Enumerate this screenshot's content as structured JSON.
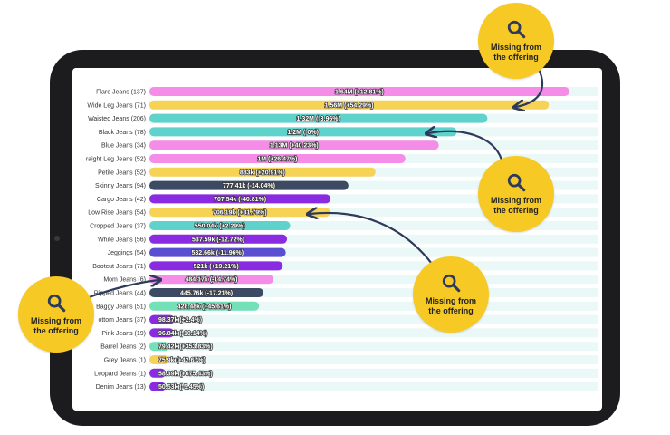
{
  "chart_data": {
    "type": "bar",
    "orientation": "horizontal",
    "categories": [
      "Flare Jeans (137)",
      "Wide Leg Jeans (71)",
      "Waisted Jeans (206)",
      "Black Jeans (78)",
      "Blue Jeans (34)",
      "raight Leg Jeans (52)",
      "Petite Jeans (52)",
      "Skinny Jeans (94)",
      "Cargo Jeans (42)",
      "Low Rise Jeans (54)",
      "Cropped Jeans (37)",
      "White Jeans (56)",
      "Jeggings (54)",
      "Bootcut Jeans (71)",
      "Mom Jeans (6)",
      "Ripped Jeans (44)",
      "Baggy Jeans (51)",
      "ottom Jeans (37)",
      "Pink Jeans (19)",
      "Barrel Jeans (2)",
      "Grey Jeans (1)",
      "Leopard Jeans (1)",
      "Denim Jeans (13)"
    ],
    "values": [
      1640000,
      1560000,
      1320000,
      1200000,
      1130000,
      1000000,
      883000,
      777410,
      707540,
      706190,
      550040,
      537590,
      532660,
      521000,
      484170,
      445760,
      428480,
      98370,
      96840,
      79420,
      75900,
      58390,
      50530
    ],
    "labels": [
      "1.64M (+12.81%)",
      "1.56M (+54.29%)",
      "1.32M (-3.96%)",
      "1.2M (-0%)",
      "1.13M (+40.23%)",
      "1M (+26.47%)",
      "883k (+20.91%)",
      "777.41k (-14.04%)",
      "707.54k (-40.81%)",
      "706.19k (+31.79%)",
      "550.04k (+2.29%)",
      "537.59k (-12.72%)",
      "532.66k (-11.96%)",
      "521k (+19.21%)",
      "484.17k (-14.74%)",
      "445.76k (-17.21%)",
      "428.48k (+45.61%)",
      "98.37k (+2.4%)",
      "96.84k (-10.14%)",
      "79.42k (+353.83%)",
      "75.9k (+42.67%)",
      "58.39k (+675.43%)",
      "50.53k (-5.45%)"
    ],
    "colors": [
      "#f48ce8",
      "#f6d255",
      "#5fd3cb",
      "#5fd3cb",
      "#f48ce8",
      "#f48ce8",
      "#f6d255",
      "#3d4a63",
      "#8a2be2",
      "#f6d255",
      "#5fd3cb",
      "#8a2be2",
      "#5b4fd1",
      "#8a2be2",
      "#f48ce8",
      "#3d4a63",
      "#73e0b8",
      "#8a2be2",
      "#8a2be2",
      "#73e0b8",
      "#f6d255",
      "#8a2be2",
      "#8a2be2"
    ],
    "track_color": "#eaf8f7",
    "xlim": [
      0,
      1750000
    ],
    "grid": false,
    "legend": "none"
  },
  "callouts": [
    {
      "text": "Missing from the offering",
      "target": "Wide Leg Jeans (71)"
    },
    {
      "text": "Missing from the offering",
      "target": "Black Jeans (78)"
    },
    {
      "text": "Missing from the offering",
      "target": "Low Rise Jeans (54)"
    },
    {
      "text": "Missing from the offering",
      "target": "Mom Jeans (6)"
    }
  ],
  "colors": {
    "callout": "#f6c924",
    "arrow": "#2d3a5c",
    "device": "#1c1c1e"
  },
  "icons": {
    "callout_icon": "magnifier-icon"
  }
}
